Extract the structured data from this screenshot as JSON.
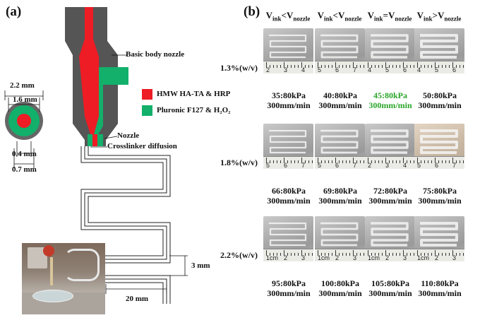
{
  "panel_a": {
    "label": "(a)",
    "labels": {
      "basic_body_nozzle": "Basic body nozzle",
      "nozzle": "Nozzle",
      "crosslinker_diffusion": "Crosslinker diffusion",
      "dim_outer": "2.2 mm",
      "dim_inner": "1.6 mm",
      "dim_core": "0.4 mm",
      "dim_nozzle": "0.7 mm",
      "dim_height": "3 mm",
      "dim_width": "20 mm"
    },
    "legend": [
      {
        "label": "HMW HA-TA & HRP",
        "color": "#ee1c24"
      },
      {
        "label": "Pluronic F127 & H₂O₂",
        "color": "#12b06a"
      }
    ],
    "colors": {
      "body": "#555555",
      "core": "#ee1c24",
      "shell": "#12b06a"
    }
  },
  "panel_b": {
    "label": "(b)",
    "column_headers": [
      {
        "left": "V",
        "left_sub": "ink",
        "op": "<",
        "right": "V",
        "right_sub": "nozzle"
      },
      {
        "left": "V",
        "left_sub": "ink",
        "op": "<",
        "right": "V",
        "right_sub": "nozzle"
      },
      {
        "left": "V",
        "left_sub": "ink",
        "op": "=",
        "right": "V",
        "right_sub": "nozzle"
      },
      {
        "left": "V",
        "left_sub": "ink",
        "op": ">",
        "right": "V",
        "right_sub": "nozzle"
      }
    ],
    "rows": [
      {
        "label": "1.3%(w/v)",
        "cells": [
          {
            "pressure": "35:80kPa",
            "speed": "300mm/min",
            "ruler": [
              "2",
              "3",
              "4"
            ],
            "highlight": false
          },
          {
            "pressure": "40:80kPa",
            "speed": "300mm/min",
            "ruler": [
              "5",
              "6",
              "7"
            ],
            "highlight": false
          },
          {
            "pressure": "45:80kPa",
            "speed": "300mm/min",
            "ruler": [
              "4",
              "5",
              "6"
            ],
            "highlight": true
          },
          {
            "pressure": "50:80kPa",
            "speed": "300mm/min",
            "ruler": [
              "4",
              "5",
              "6"
            ],
            "highlight": false
          }
        ]
      },
      {
        "label": "1.8%(w/v)",
        "cells": [
          {
            "pressure": "66:80kPa",
            "speed": "300mm/min",
            "ruler": [
              "5",
              "6",
              "7"
            ],
            "highlight": false
          },
          {
            "pressure": "69:80kPa",
            "speed": "300mm/min",
            "ruler": [
              "5",
              "6",
              "7"
            ],
            "highlight": false
          },
          {
            "pressure": "72:80kPa",
            "speed": "300mm/min",
            "ruler": [
              "2",
              "3",
              "4"
            ],
            "highlight": false
          },
          {
            "pressure": "75:80kPa",
            "speed": "300mm/min",
            "ruler": [
              "5",
              "6",
              "7"
            ],
            "highlight": false
          }
        ]
      },
      {
        "label": "2.2%(w/v)",
        "cells": [
          {
            "pressure": "95:80kPa",
            "speed": "300mm/min",
            "ruler": [
              "1cm",
              "2",
              "3"
            ],
            "highlight": false
          },
          {
            "pressure": "100:80kPa",
            "speed": "300mm/min",
            "ruler": [
              "1cm",
              "2",
              "3"
            ],
            "highlight": false
          },
          {
            "pressure": "105:80kPa",
            "speed": "300mm/min",
            "ruler": [
              "1cm",
              "2",
              "3"
            ],
            "highlight": false
          },
          {
            "pressure": "110:80kPa",
            "speed": "300mm/min",
            "ruler": [
              "1cm",
              "2",
              "3"
            ],
            "highlight": false
          }
        ]
      }
    ]
  }
}
